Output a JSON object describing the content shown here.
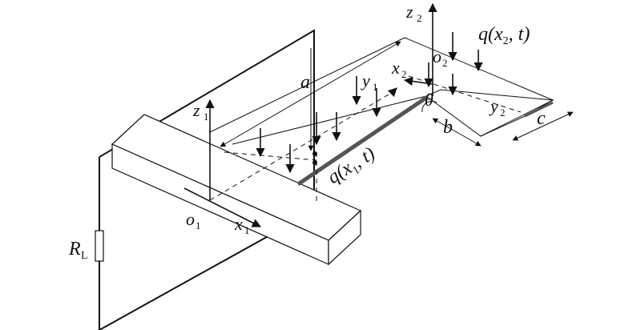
{
  "labels": {
    "z1": "z",
    "z1_sub": "1",
    "z2": "z",
    "z2_sub": "2",
    "x1": "x",
    "x1_sub": "1",
    "x2": "x",
    "x2_sub": "2",
    "y1": "y",
    "y1_sub": "1",
    "y2": "y",
    "y2_sub": "2",
    "o1": "o",
    "o1_sub": "1",
    "o2": "o",
    "o2_sub": "2",
    "a": "a",
    "b": "b",
    "c": "c",
    "theta": "θ",
    "RL": "R",
    "RL_sub": "L",
    "q1": "q(x",
    "q1_sub": "1",
    "q1_end": ", t)",
    "q2": "q(x",
    "q2_sub": "2",
    "q2_end": ", t)"
  },
  "colors": {
    "stroke": "#111111",
    "beam_shade": "#555555",
    "bg": "#ffffff"
  }
}
